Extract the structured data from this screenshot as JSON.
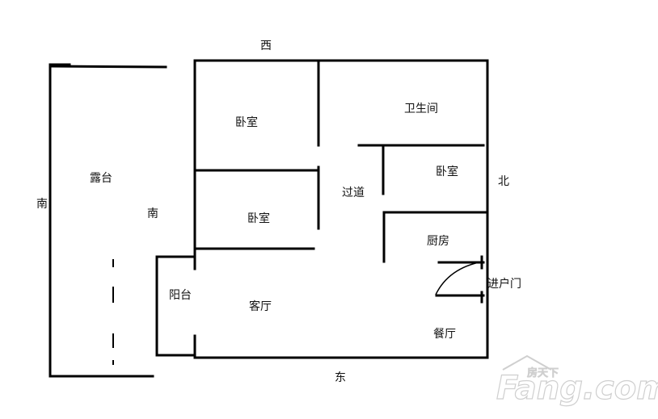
{
  "orientation": {
    "north": "北",
    "south": "南",
    "east": "东",
    "west": "西"
  },
  "rooms": {
    "terrace": "露台",
    "terrace_south": "南",
    "bedroom_1": "卧室",
    "bedroom_2": "卧室",
    "bedroom_3": "卧室",
    "bathroom": "卫生间",
    "hallway": "过道",
    "kitchen": "厨房",
    "balcony": "阳台",
    "living_room": "客厅",
    "dining_room": "餐厅",
    "entrance_door": "进户门"
  },
  "watermark": {
    "brand": "Fang.com",
    "chinese": "房天下"
  },
  "colors": {
    "wall": "#000000",
    "background": "#ffffff",
    "watermark_outline": "#cfcfcf"
  }
}
